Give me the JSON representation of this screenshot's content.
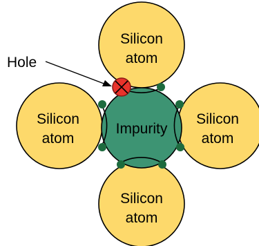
{
  "diagram": {
    "atoms": {
      "top": {
        "line1": "Silicon",
        "line2": "atom"
      },
      "left": {
        "line1": "Silicon",
        "line2": "atom"
      },
      "right": {
        "line1": "Silicon",
        "line2": "atom"
      },
      "bottom": {
        "line1": "Silicon",
        "line2": "atom"
      }
    },
    "impurity_label": "Impurity",
    "hole_label": "Hole",
    "colors": {
      "atom_fill": "#fdd96b",
      "impurity_fill": "#3d9473",
      "electron": "#1d6b3e",
      "hole_fill": "#e8332b",
      "outline": "#000000"
    }
  }
}
